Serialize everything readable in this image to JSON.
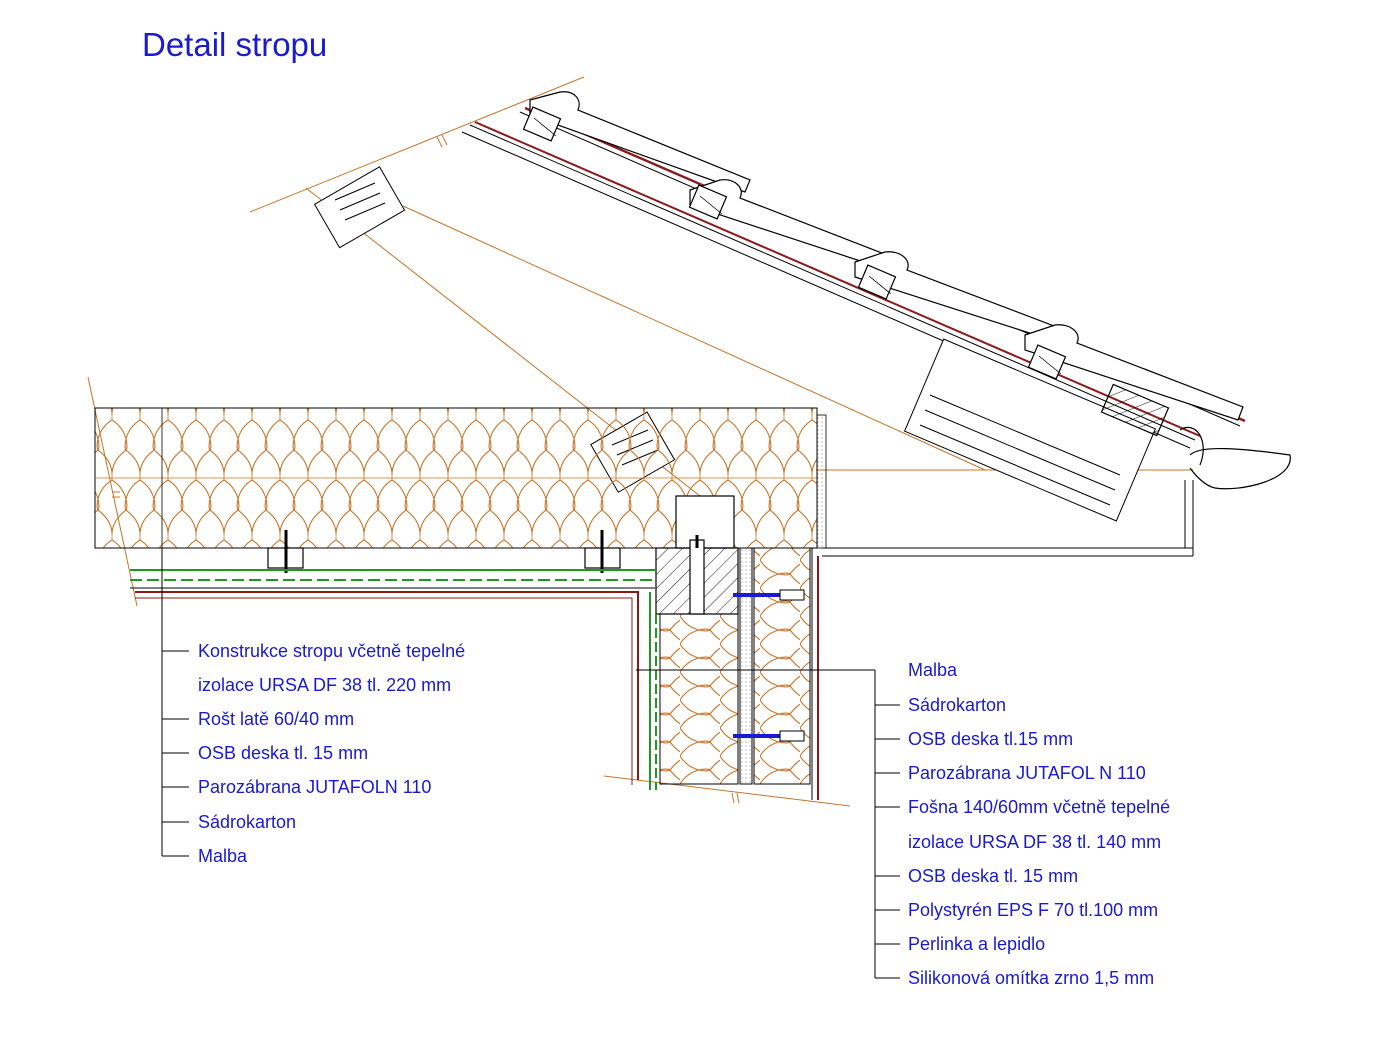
{
  "title": "Detail stropu",
  "colors": {
    "text": "#1a1ad0",
    "outline": "#000000",
    "insulation": "#c77428",
    "membrane": "#1f9a1f",
    "plaster": "#8b1a1a",
    "anchor": "#1a1ad0"
  },
  "left_labels": [
    "Konstrukce stropu včetně tepelné",
    "izolace URSA DF 38 tl. 220 mm",
    "Rošt latě 60/40 mm",
    "OSB deska tl. 15 mm",
    "Parozábrana JUTAFOLN 110",
    "Sádrokarton",
    "Malba"
  ],
  "right_labels": [
    "Malba",
    "Sádrokarton",
    "OSB deska tl.15 mm",
    "Parozábrana JUTAFOL N 110",
    "Fošna 140/60mm včetně tepelné",
    "izolace URSA DF 38 tl. 140 mm",
    "OSB deska tl. 15 mm",
    "Polystyrén EPS F 70 tl.100 mm",
    "Perlinka a lepidlo",
    "Silikonová omítka zrno 1,5 mm"
  ]
}
